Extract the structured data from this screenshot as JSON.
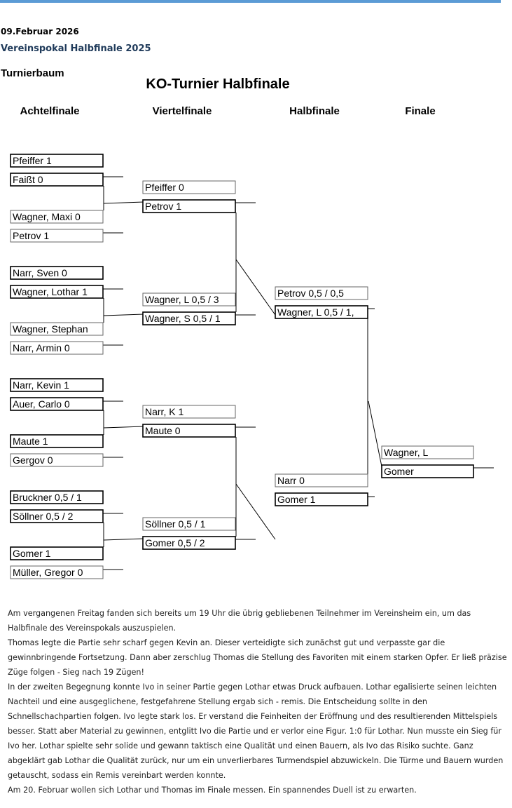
{
  "header": {
    "date": "09.Februar 2026",
    "subtitle": "Vereinspokal Halbfinale 2025",
    "section_label": "Turnierbaum",
    "title": "KO-Turnier Halbfinale"
  },
  "bracket": {
    "rounds": [
      "Achtelfinale",
      "Viertelfinale",
      "Halbfinale",
      "Finale"
    ],
    "achtelfinale": [
      "Pfeiffer 1",
      "Faißt 0",
      "Wagner, Maxi 0",
      "Petrov 1",
      "Narr, Sven 0",
      "Wagner, Lothar 1",
      "Wagner, Stephan",
      "Narr, Armin 0",
      "Narr, Kevin 1",
      "Auer, Carlo 0",
      "Maute 1",
      "Gergov 0",
      "Bruckner 0,5 / 1",
      "Söllner 0,5 / 2",
      "Gomer 1",
      "Müller, Gregor 0"
    ],
    "viertelfinale": [
      "Pfeiffer 0",
      "Petrov 1",
      "Wagner, L 0,5 / 3",
      "Wagner, S 0,5 / 1",
      "Narr, K 1",
      "Maute 0",
      "Söllner 0,5 / 1",
      "Gomer 0,5 / 2"
    ],
    "halbfinale": [
      "Petrov 0,5 / 0,5",
      "Wagner, L 0,5 / 1,",
      "Narr 0",
      "Gomer 1"
    ],
    "finale": [
      "Wagner, L",
      "Gomer"
    ]
  },
  "article": {
    "paragraphs": [
      "Am vergangenen Freitag fanden sich bereits um 19 Uhr die übrig gebliebenen Teilnehmer im Vereinsheim ein, um das Halbfinale des Vereinspokals auszuspielen.",
      "Thomas legte die Partie sehr scharf gegen Kevin an. Dieser verteidigte sich zunächst gut und verpasste gar die gewinnbringende Fortsetzung. Dann aber zerschlug Thomas die Stellung des Favoriten mit einem starken Opfer. Er ließ präzise Züge folgen - Sieg nach 19 Zügen!",
      "In der zweiten Begegnung konnte Ivo in seiner Partie gegen Lothar etwas Druck aufbauen. Lothar egalisierte seinen leichten Nachteil und eine ausgeglichene, festgefahrene Stellung ergab sich - remis. Die Entscheidung sollte in den Schnellschachpartien folgen. Ivo legte stark los. Er verstand die Feinheiten der Eröffnung und des resultierenden Mittelspiels besser. Statt aber Material zu gewinnen, entglitt Ivo die Partie und er verlor eine Figur. 1:0 für Lothar. Nun musste ein Sieg für Ivo her. Lothar spielte sehr solide und gewann taktisch eine Qualität und einen Bauern, als Ivo das Risiko suchte. Ganz abgeklärt gab Lothar die Qualität zurück, nur um ein unverlierbares Turmendspiel abzuwickeln. Die Türme und Bauern wurden getauscht, sodass ein Remis vereinbart werden konnte.",
      "Am 20. Februar wollen sich Lothar und Thomas im Finale messen. Ein spannendes Duell ist zu erwarten."
    ]
  }
}
